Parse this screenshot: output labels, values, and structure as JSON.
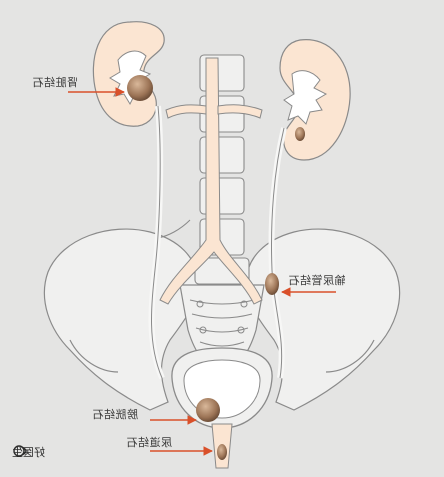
{
  "labels": {
    "kidney_stone": "肾脏结石",
    "ureter_stone": "输尿管结石",
    "bladder_stone": "膀胱结石",
    "urethra_stone": "尿道结石"
  },
  "watermark": {
    "text": "好医生",
    "logo_icon": "site-logo-icon"
  },
  "colors": {
    "background": "#e4e4e3",
    "kidney": "#fbe5d2",
    "kidney_inner": "#ffffff",
    "outline": "#8a8a8a",
    "pelvis_bone": "#f0f0ef",
    "stone": "#a07a5c",
    "arrow": "#d9502a"
  }
}
